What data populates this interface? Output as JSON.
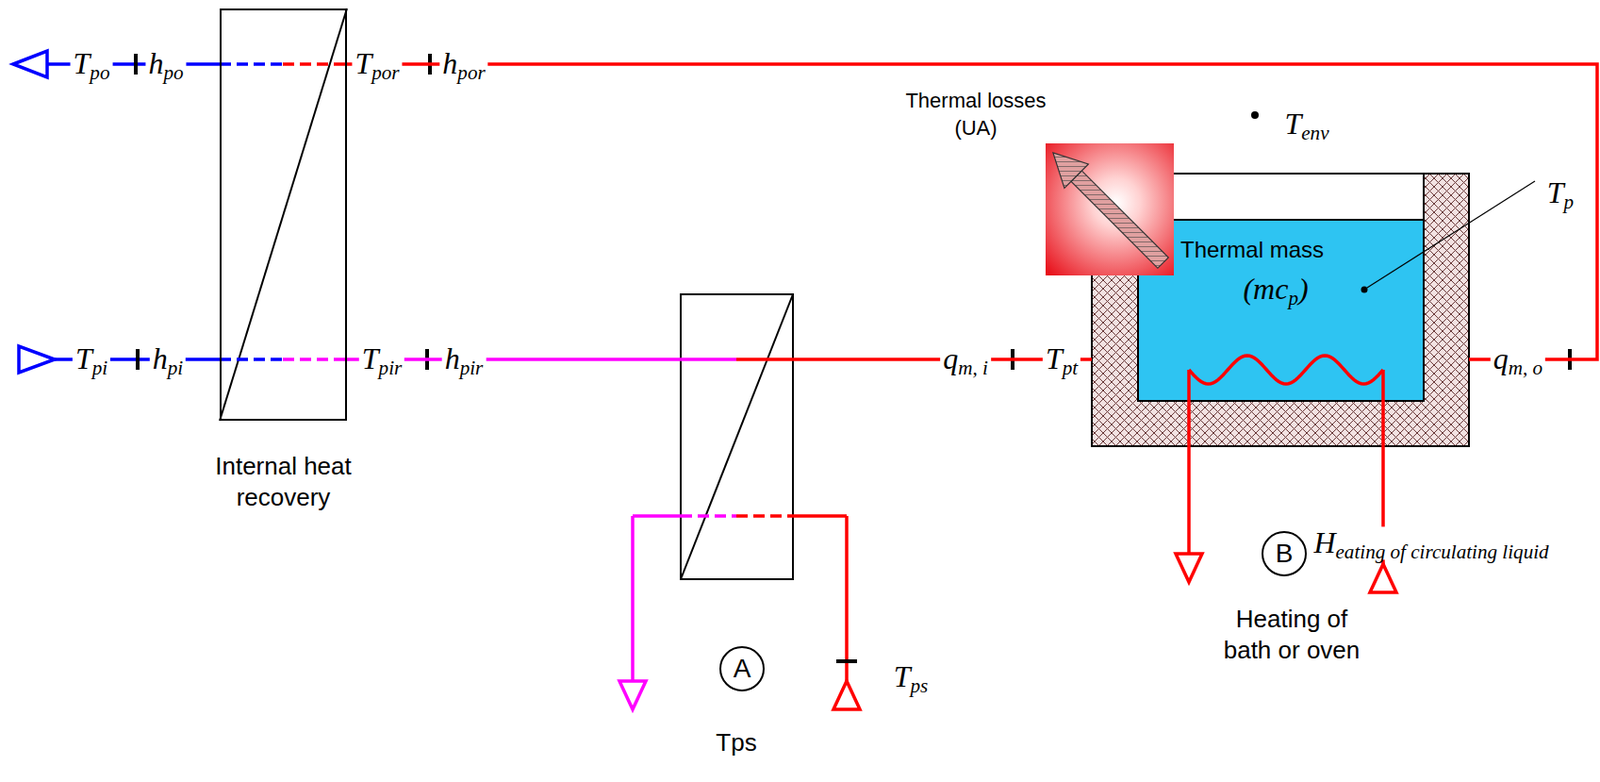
{
  "diagram": {
    "nodes": [
      {
        "text": [
          "Internal heat recovery"
        ]
      },
      {
        "text": [
          "Thermal mass",
          "(mcp)"
        ]
      },
      {
        "text": [
          "A"
        ]
      },
      {
        "text": [
          "B"
        ]
      }
    ],
    "edges": [
      {
        "from": 0,
        "to": 1,
        "arrow": "none"
      },
      {
        "from": 1,
        "to": 0,
        "arrow": "none"
      }
    ],
    "labels": [
      "Tpo",
      "hpo",
      "Tpor",
      "hpor",
      "Tpi",
      "hpi",
      "Tpir",
      "hpir",
      "qm, i",
      "Tpt",
      "qm, o",
      "Tenv",
      "Thermal losses (UA)",
      "Tp",
      "Tps",
      "Heating of circulating liquid",
      "Tps",
      "Heating of bath or oven"
    ]
  }
}
